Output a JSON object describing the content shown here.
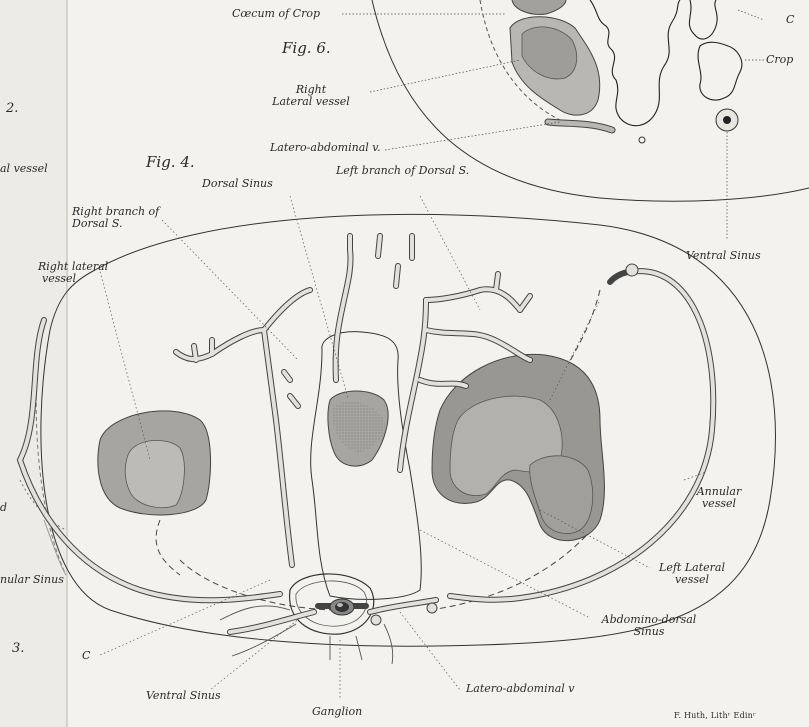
{
  "left_page": {
    "labels": {
      "fig_num_2": "2.",
      "lateral_vessel": "al vessel",
      "fragment_d": "d",
      "annular_sinus": "nular Sinus",
      "fig_num_3": "3."
    }
  },
  "fig6": {
    "title": "Fig. 6.",
    "labels": {
      "caecum_of_crop": "Cœcum of Crop",
      "right_lateral_vessel": [
        "Right",
        "Lateral vessel"
      ],
      "latero_abdominal_v": "Latero-abdominal v.",
      "c": "C",
      "crop": "Crop",
      "ventral_sinus": "Ventral Sinus"
    }
  },
  "fig4": {
    "title": "Fig. 4.",
    "labels": {
      "dorsal_sinus": "Dorsal Sinus",
      "left_branch_dorsal": "Left branch of Dorsal S.",
      "right_branch_dorsal": [
        "Right branch of",
        "Dorsal S."
      ],
      "right_lateral_vessel": [
        "Right lateral",
        "vessel"
      ],
      "annular_vessel": [
        "Annular",
        "vessel"
      ],
      "left_lateral_vessel": [
        "Left Lateral",
        "vessel"
      ],
      "abdomino_dorsal_sinus": [
        "Abdomino-dorsal",
        "Sinus"
      ],
      "latero_abdominal_v": "Latero-abdominal v",
      "c": "C",
      "ventral_sinus": "Ventral Sinus",
      "ganglion": "Ganglion"
    }
  },
  "credit": "F. Huth, Lithʳ Edinʳ"
}
